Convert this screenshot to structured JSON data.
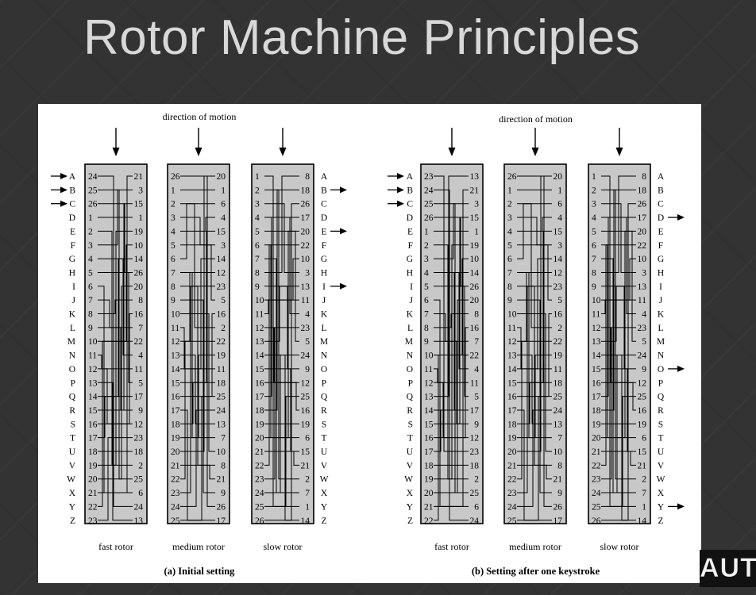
{
  "slide": {
    "title": "Rotor Machine Principles",
    "logo_text": "AUT"
  },
  "colors": {
    "background": "#333333",
    "title": "#d8d8d8",
    "rotor_fill": "#c8c8c8",
    "figure_bg": "#ffffff"
  },
  "letters": [
    "A",
    "B",
    "C",
    "D",
    "E",
    "F",
    "G",
    "H",
    "I",
    "J",
    "K",
    "L",
    "M",
    "N",
    "O",
    "P",
    "Q",
    "R",
    "S",
    "T",
    "U",
    "V",
    "W",
    "X",
    "Y",
    "Z"
  ],
  "panels": [
    {
      "id": "a",
      "caption": "(a) Initial setting",
      "direction_label": "direction of motion",
      "input_arrows": [
        "A",
        "B",
        "C"
      ],
      "output_arrows": [
        "B",
        "E",
        "I"
      ],
      "rotors": [
        {
          "name": "fast rotor",
          "left": [
            24,
            25,
            26,
            1,
            2,
            3,
            4,
            5,
            6,
            7,
            8,
            9,
            10,
            11,
            12,
            13,
            14,
            15,
            16,
            17,
            18,
            19,
            20,
            21,
            22,
            23
          ],
          "right": [
            21,
            3,
            15,
            1,
            19,
            10,
            14,
            26,
            20,
            8,
            16,
            7,
            22,
            4,
            11,
            5,
            17,
            9,
            12,
            23,
            18,
            2,
            25,
            6,
            24,
            13
          ]
        },
        {
          "name": "medium rotor",
          "left": [
            26,
            1,
            2,
            3,
            4,
            5,
            6,
            7,
            8,
            9,
            10,
            11,
            12,
            13,
            14,
            15,
            16,
            17,
            18,
            19,
            20,
            21,
            22,
            23,
            24,
            25
          ],
          "right": [
            20,
            1,
            6,
            4,
            15,
            3,
            14,
            12,
            23,
            5,
            16,
            2,
            22,
            19,
            11,
            18,
            25,
            24,
            13,
            7,
            10,
            8,
            21,
            9,
            26,
            17
          ]
        },
        {
          "name": "slow rotor",
          "left": [
            1,
            2,
            3,
            4,
            5,
            6,
            7,
            8,
            9,
            10,
            11,
            12,
            13,
            14,
            15,
            16,
            17,
            18,
            19,
            20,
            21,
            22,
            23,
            24,
            25,
            26
          ],
          "right": [
            8,
            18,
            26,
            17,
            20,
            22,
            10,
            3,
            13,
            11,
            4,
            23,
            5,
            24,
            9,
            12,
            25,
            16,
            19,
            6,
            15,
            21,
            2,
            7,
            1,
            14
          ]
        }
      ]
    },
    {
      "id": "b",
      "caption": "(b) Setting after one keystroke",
      "direction_label": "direction of motion",
      "input_arrows": [
        "A",
        "B",
        "C"
      ],
      "output_arrows": [
        "D",
        "O",
        "Y"
      ],
      "rotors": [
        {
          "name": "fast rotor",
          "left": [
            23,
            24,
            25,
            26,
            1,
            2,
            3,
            4,
            5,
            6,
            7,
            8,
            9,
            10,
            11,
            12,
            13,
            14,
            15,
            16,
            17,
            18,
            19,
            20,
            21,
            22
          ],
          "right": [
            13,
            21,
            3,
            15,
            1,
            19,
            10,
            14,
            26,
            20,
            8,
            16,
            7,
            22,
            4,
            11,
            5,
            17,
            9,
            12,
            23,
            18,
            2,
            25,
            6,
            24
          ]
        },
        {
          "name": "medium rotor",
          "left": [
            26,
            1,
            2,
            3,
            4,
            5,
            6,
            7,
            8,
            9,
            10,
            11,
            12,
            13,
            14,
            15,
            16,
            17,
            18,
            19,
            20,
            21,
            22,
            23,
            24,
            25
          ],
          "right": [
            20,
            1,
            6,
            4,
            15,
            3,
            14,
            12,
            23,
            5,
            16,
            2,
            22,
            19,
            11,
            18,
            25,
            24,
            13,
            7,
            10,
            8,
            21,
            9,
            26,
            17
          ]
        },
        {
          "name": "slow rotor",
          "left": [
            1,
            2,
            3,
            4,
            5,
            6,
            7,
            8,
            9,
            10,
            11,
            12,
            13,
            14,
            15,
            16,
            17,
            18,
            19,
            20,
            21,
            22,
            23,
            24,
            25,
            26
          ],
          "right": [
            8,
            18,
            26,
            17,
            20,
            22,
            10,
            3,
            13,
            11,
            4,
            23,
            5,
            24,
            9,
            12,
            25,
            16,
            19,
            6,
            15,
            21,
            2,
            7,
            1,
            14
          ]
        }
      ]
    }
  ]
}
